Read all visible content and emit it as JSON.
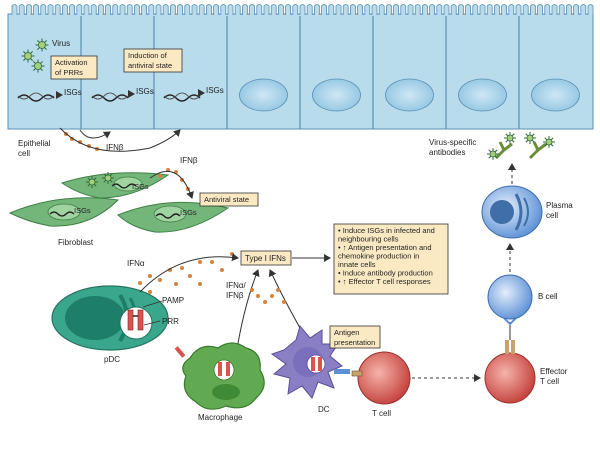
{
  "labels": {
    "virus": "Virus",
    "activation_of_prrs": [
      "Activation",
      "of PRRs"
    ],
    "induction_antiviral": [
      "Induction of",
      "antiviral state"
    ],
    "isgs": "ISGs",
    "epithelial_cell": [
      "Epithelial",
      "cell"
    ],
    "ifn_beta": "IFNβ",
    "antiviral_state": "Antiviral state",
    "fibroblast": "Fibroblast",
    "ifn_alpha": "IFNα",
    "type_i_ifns": "Type I IFNs",
    "pamp": "PAMP",
    "prr": "PRR",
    "pdc": "pDC",
    "ifn_alpha_beta": [
      "IFNα/",
      "IFNβ"
    ],
    "macrophage": "Macrophage",
    "dc": "DC",
    "antigen_presentation": [
      "Antigen",
      "presentation"
    ],
    "t_cell": "T cell",
    "virus_specific_antibodies": [
      "Virus-specific",
      "antibodies"
    ],
    "plasma_cell": [
      "Plasma",
      "cell"
    ],
    "b_cell": "B cell",
    "effector_t_cell": [
      "Effector",
      "T cell"
    ]
  },
  "effects": [
    [
      "• Induce ISGs in infected and",
      "  neighbouring cells"
    ],
    [
      "• ↑ Antigen presentation and",
      "  chemokine production in",
      "  innate cells"
    ],
    [
      "• Induce antibody production"
    ],
    [
      "• ↑ Effector T cell responses"
    ]
  ],
  "colors": {
    "epithelium": "#b9dcec",
    "nucleus": "#8fc4e0",
    "fibroblast": "#74b67a",
    "pdc": "#3aa68b",
    "macrophage": "#62aa52",
    "dc": "#8a7fc4",
    "t_cell": "#d9544f",
    "b_cell": "#5b8fd6",
    "label_box": "#fbe9c4",
    "ifn_dot": "#d9823a"
  }
}
